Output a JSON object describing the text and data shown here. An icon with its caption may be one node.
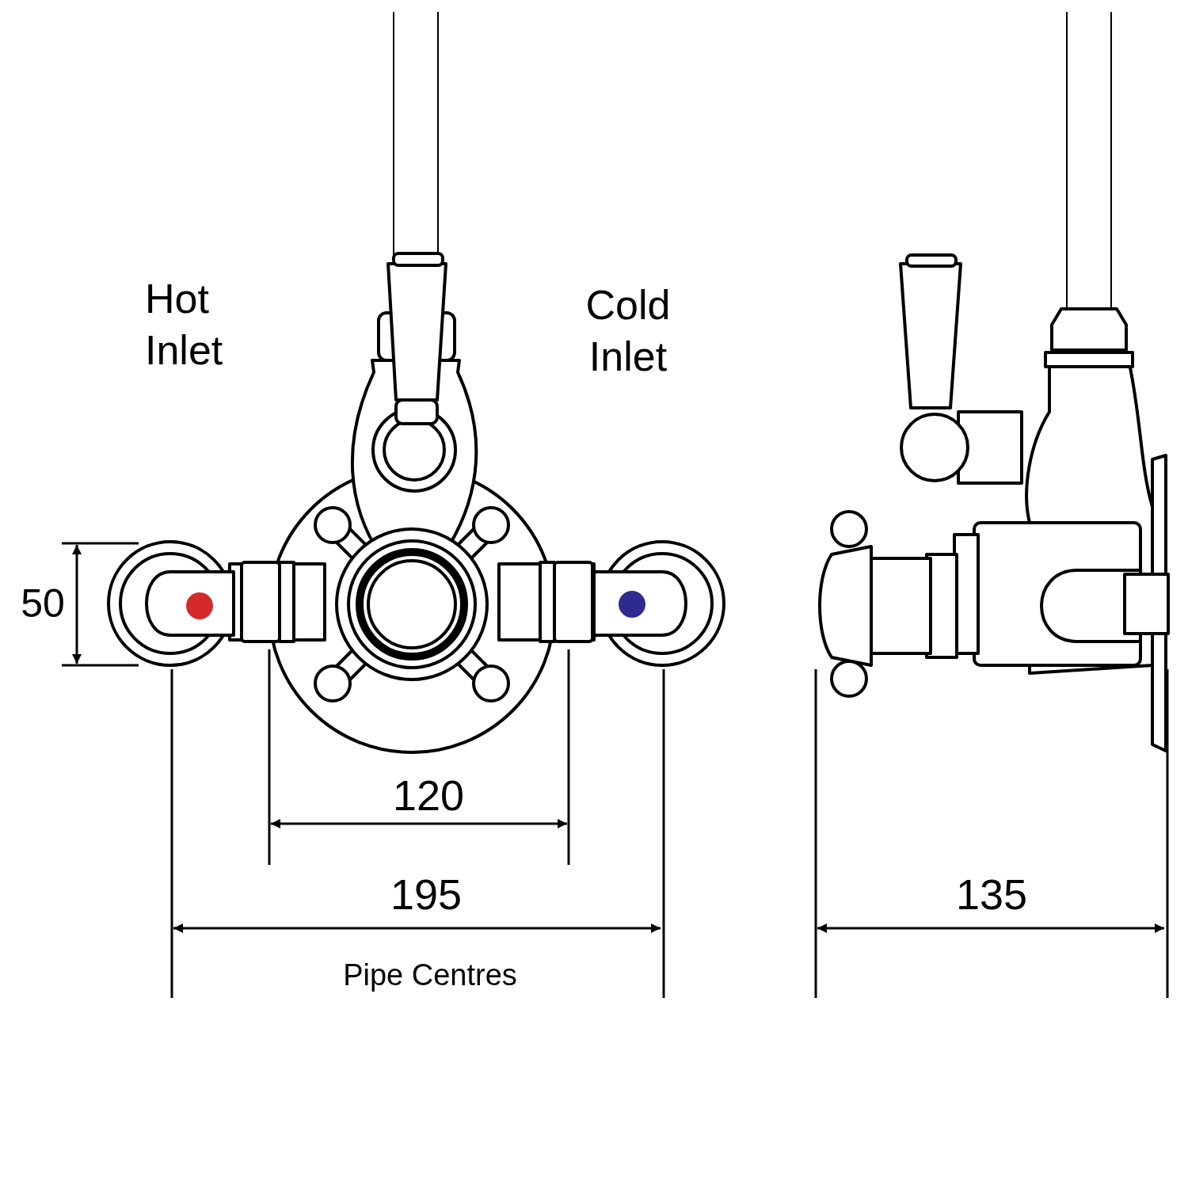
{
  "diagram": {
    "labels": [
      "Hot Inlet",
      "Cold Inlet",
      "50",
      "120",
      "195",
      "Pipe Centres",
      "135"
    ]
  }
}
